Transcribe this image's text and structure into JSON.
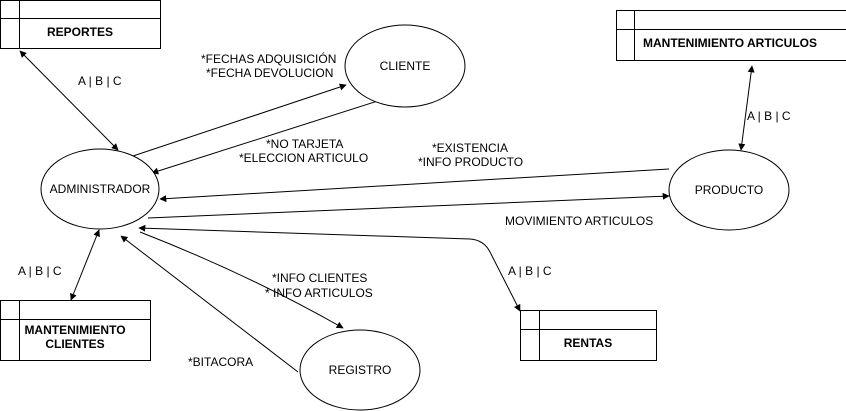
{
  "processes": {
    "administrador": "ADMINISTRADOR",
    "cliente": "CLIENTE",
    "producto": "PRODUCTO",
    "registro": "REGISTRO"
  },
  "stores": {
    "reportes": "REPORTES",
    "mantenimiento_articulos": "MANTENIMIENTO ARTICULOS",
    "mantenimiento_clientes_line1": "MANTENIMIENTO",
    "mantenimiento_clientes_line2": "CLIENTES",
    "rentas": "RENTAS"
  },
  "flows": {
    "reportes_abc": "A | B | C",
    "cliente_in_line1": "*FECHAS ADQUISICIÓN",
    "cliente_in_line2": "*FECHA DEVOLUCION",
    "cliente_out_line1": "*NO TARJETA",
    "cliente_out_line2": "*ELECCION ARTICULO",
    "producto_out_line1": "*EXISTENCIA",
    "producto_out_line2": "*INFO PRODUCTO",
    "movimiento": "MOVIMIENTO ARTICULOS",
    "articulos_abc": "A | B | C",
    "clientes_abc": "A | B | C",
    "rentas_abc": "A | B | C",
    "registro_in_line1": "*INFO CLIENTES",
    "registro_in_line2": "* INFO ARTICULOS",
    "bitacora": "*BITACORA"
  }
}
